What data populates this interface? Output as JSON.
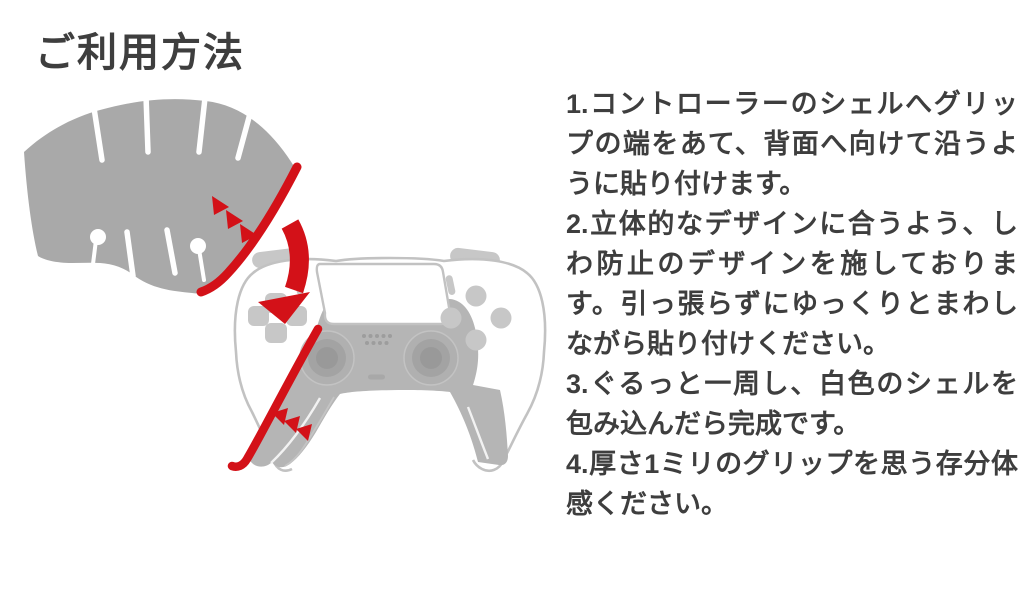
{
  "page": {
    "title": "ご利用方法"
  },
  "instructions": {
    "steps": [
      "1.コントローラーのシェルへグリップの端をあて、背面へ向けて沿うように貼り付けます。",
      "2.立体的なデザインに合うよう、しわ防止のデザインを施しております。引っ張らずにゆっくりとまわしながら貼り付けください。",
      "3.ぐるっと一周し、白色のシェルを包み込んだら完成です。",
      "4.厚さ1ミリのグリップを思う存分体感ください。"
    ]
  },
  "illustration": {
    "parts": [
      "grip-sheet-graphic",
      "wrap-edge-highlight",
      "wrap-direction-arrows",
      "apply-down-arrow-icon",
      "ps5-controller-graphic",
      "grip-edge-highlight",
      "grip-direction-arrows"
    ]
  },
  "colors": {
    "red": "#d31118",
    "sheet_gray": "#a9a9a9",
    "panel_gray": "#b5b5b5",
    "button_gray": "#c7c7c7",
    "outline_gray": "#c2c2c2",
    "text": "#3e3e3e",
    "background": "#ffffff"
  }
}
